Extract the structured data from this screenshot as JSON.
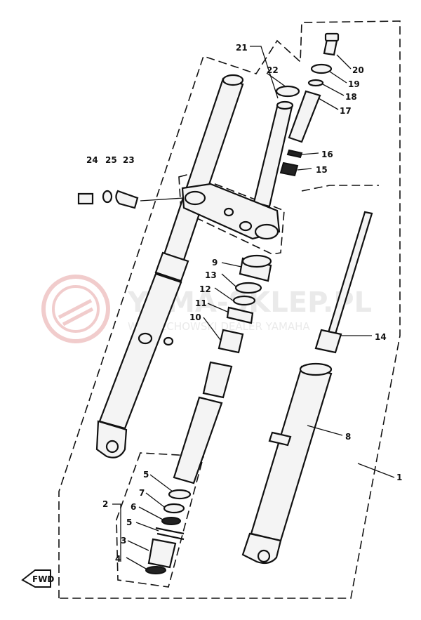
{
  "watermark": {
    "brand": "YAMA-SKLEP.PL",
    "tagline": "WOJCIECHOWSKI DEALER YAMAHA",
    "color": "#e6a3a3"
  },
  "direction_badge": "FWD",
  "callouts": {
    "c1": "1",
    "c2": "2",
    "c3": "3",
    "c4": "4",
    "c5a": "5",
    "c5b": "5",
    "c6": "6",
    "c7": "7",
    "c8": "8",
    "c9": "9",
    "c10": "10",
    "c11": "11",
    "c12": "12",
    "c13": "13",
    "c14": "14",
    "c15": "15",
    "c16": "16",
    "c17": "17",
    "c18": "18",
    "c19": "19",
    "c20": "20",
    "c21": "21",
    "c22": "22",
    "c23": "23",
    "c24": "24",
    "c25": "25"
  }
}
